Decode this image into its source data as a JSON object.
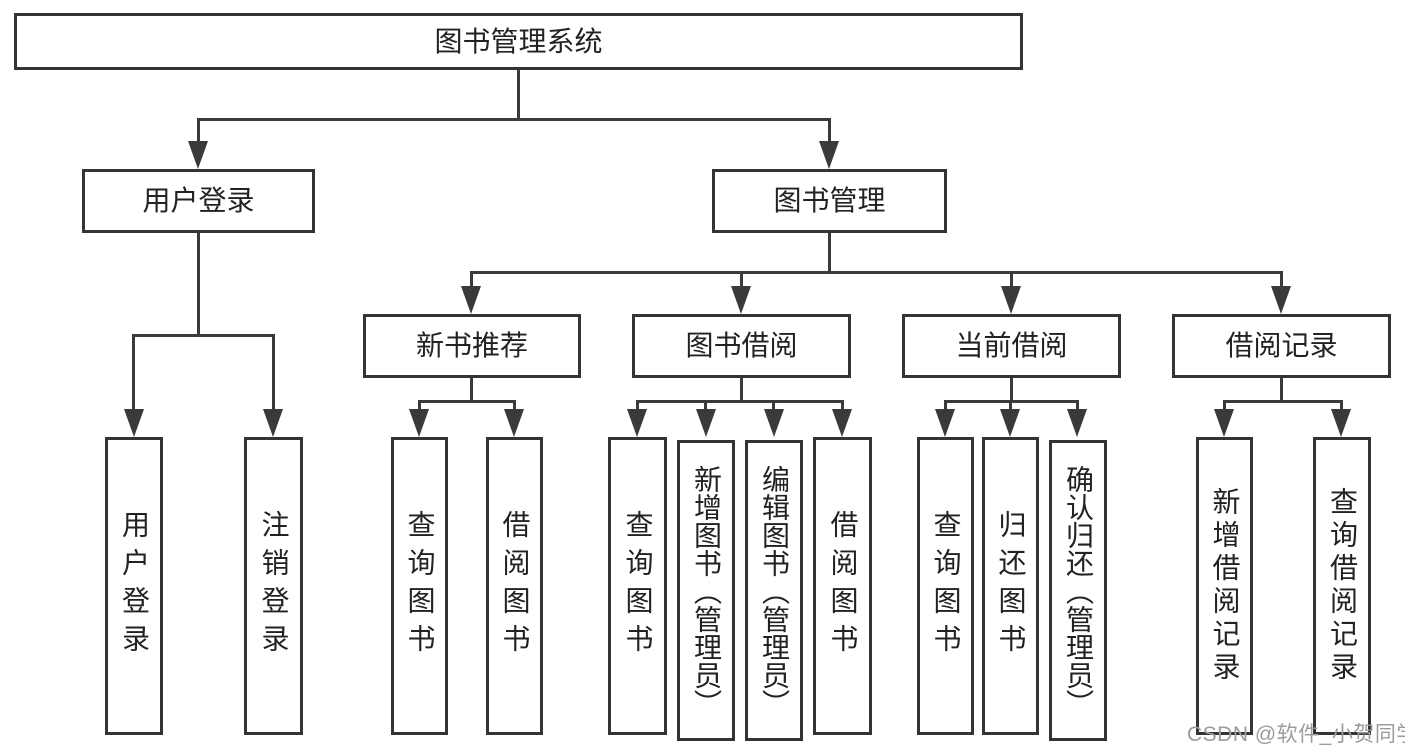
{
  "nodes": {
    "root": {
      "label": "图书管理系统"
    },
    "user_login": {
      "label": "用户登录"
    },
    "book_mgmt": {
      "label": "图书管理"
    },
    "new_book": {
      "label": "新书推荐"
    },
    "book_borrow": {
      "label": "图书借阅"
    },
    "current_borrow": {
      "label": "当前借阅"
    },
    "borrow_records": {
      "label": "借阅记录"
    },
    "leaf_user_login": {
      "label": "用户登录"
    },
    "leaf_logout": {
      "label": "注销登录"
    },
    "leaf_nb_query": {
      "label": "查询图书"
    },
    "leaf_nb_borrow": {
      "label": "借阅图书"
    },
    "leaf_bb_query": {
      "label": "查询图书"
    },
    "leaf_bb_add": {
      "label": "新增图书（管理员）"
    },
    "leaf_bb_edit": {
      "label": "编辑图书（管理员）"
    },
    "leaf_bb_borrow": {
      "label": "借阅图书"
    },
    "leaf_cb_query": {
      "label": "查询图书"
    },
    "leaf_cb_return": {
      "label": "归还图书"
    },
    "leaf_cb_confirm": {
      "label": "确认归还（管理员）"
    },
    "leaf_br_add": {
      "label": "新增借阅记录"
    },
    "leaf_br_query": {
      "label": "查询借阅记录"
    }
  },
  "watermark": {
    "label": "CSDN @软件_小贺同学"
  },
  "colors": {
    "line": "#3a3a3a",
    "border": "#343434",
    "text": "#222222",
    "watermark": "#9c9c9c",
    "background": "#ffffff"
  }
}
